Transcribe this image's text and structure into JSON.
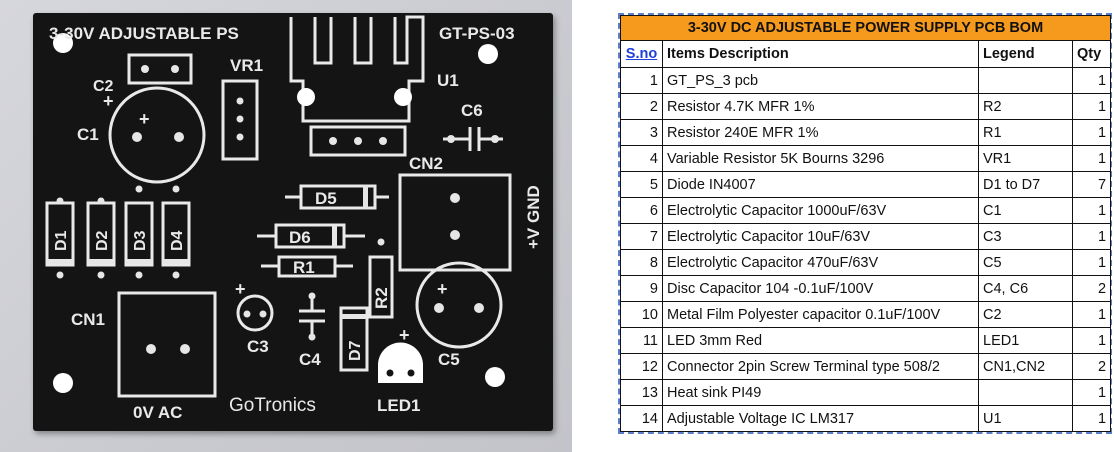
{
  "pcb": {
    "title": "3-30V ADJUSTABLE PS",
    "model": "GT-PS-03",
    "brand": "GoTronics",
    "labels": {
      "c1": "C1",
      "c2": "C2",
      "c3": "C3",
      "c4": "C4",
      "c5": "C5",
      "c6": "C6",
      "vr1": "VR1",
      "u1": "U1",
      "cn1": "CN1",
      "cn2": "CN2",
      "d1": "D1",
      "d2": "D2",
      "d3": "D3",
      "d4": "D4",
      "d5": "D5",
      "d6": "D6",
      "d7": "D7",
      "r1": "R1",
      "r2": "R2",
      "led1": "LED1",
      "plus": "+",
      "vgnd": "+V GND",
      "ac": "0V  AC"
    }
  },
  "bom": {
    "title": "3-30V DC ADJUSTABLE POWER SUPPLY PCB BOM",
    "headers": {
      "sno": "S.no",
      "desc": "Items Description",
      "legend": "Legend",
      "qty": "Qty"
    },
    "rows": [
      {
        "sno": "1",
        "desc": "GT_PS_3 pcb",
        "legend": "",
        "qty": "1"
      },
      {
        "sno": "2",
        "desc": "Resistor 4.7K MFR 1%",
        "legend": "R2",
        "qty": "1"
      },
      {
        "sno": "3",
        "desc": "Resistor 240E MFR 1%",
        "legend": "R1",
        "qty": "1"
      },
      {
        "sno": "4",
        "desc": "Variable Resistor 5K Bourns 3296",
        "legend": "VR1",
        "qty": "1"
      },
      {
        "sno": "5",
        "desc": "Diode IN4007",
        "legend": "D1 to D7",
        "qty": "7"
      },
      {
        "sno": "6",
        "desc": "Electrolytic Capacitor 1000uF/63V",
        "legend": "C1",
        "qty": "1"
      },
      {
        "sno": "7",
        "desc": "Electrolytic Capacitor 10uF/63V",
        "legend": "C3",
        "qty": "1"
      },
      {
        "sno": "8",
        "desc": "Electrolytic Capacitor 470uF/63V",
        "legend": "C5",
        "qty": "1"
      },
      {
        "sno": "9",
        "desc": "Disc Capacitor 104 -0.1uF/100V",
        "legend": "C4, C6",
        "qty": "2"
      },
      {
        "sno": "10",
        "desc": "Metal Film Polyester capacitor 0.1uF/100V",
        "legend": "C2",
        "qty": "1"
      },
      {
        "sno": "11",
        "desc": "LED 3mm Red",
        "legend": "LED1",
        "qty": "1"
      },
      {
        "sno": "12",
        "desc": "Connector 2pin Screw Terminal type 508/2",
        "legend": "CN1,CN2",
        "qty": "2"
      },
      {
        "sno": "13",
        "desc": "Heat sink PI49",
        "legend": "",
        "qty": "1"
      },
      {
        "sno": "14",
        "desc": "Adjustable Voltage IC LM317",
        "legend": "U1",
        "qty": "1"
      }
    ]
  }
}
